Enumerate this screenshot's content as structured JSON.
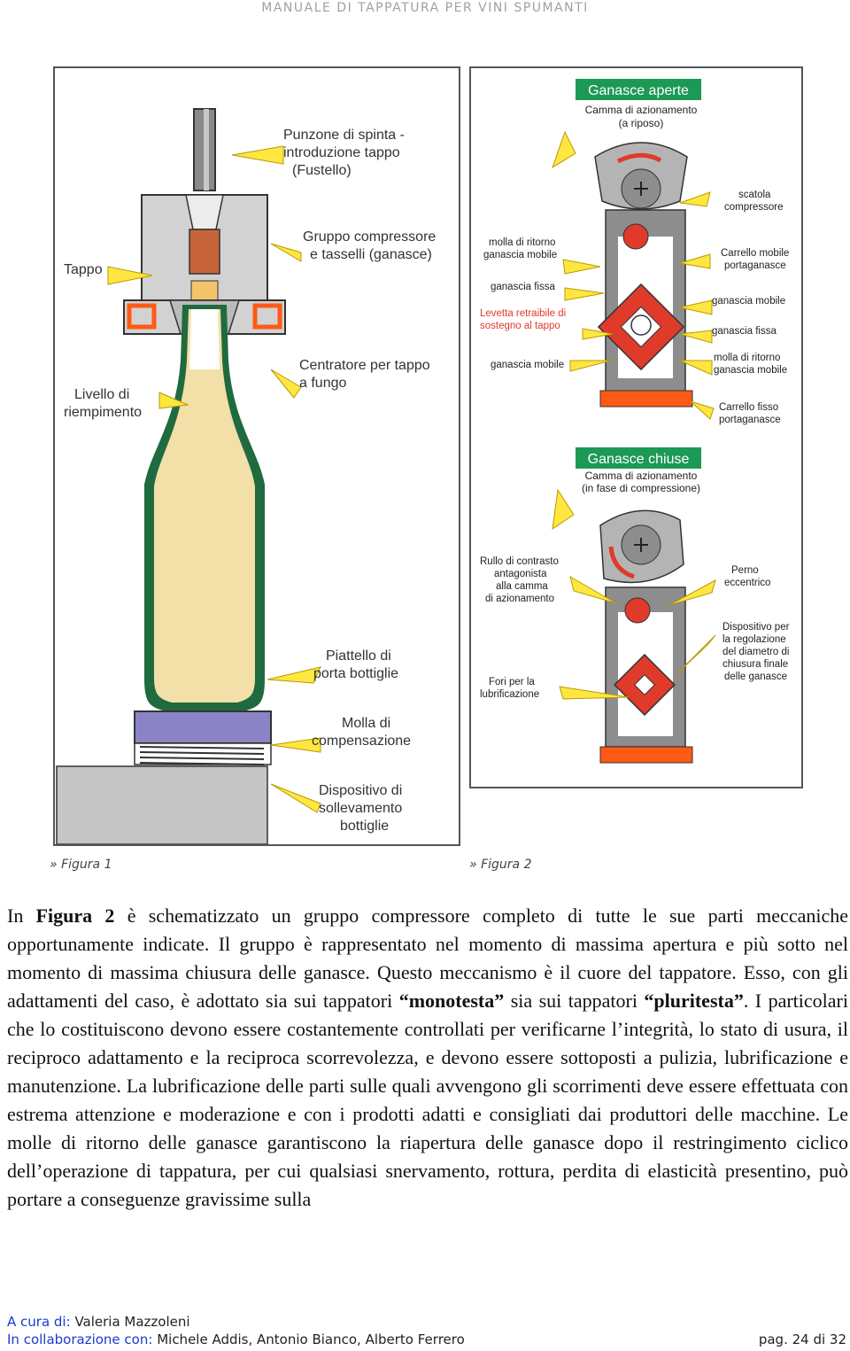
{
  "header": {
    "title": "MANUALE DI TAPPATURA PER VINI SPUMANTI"
  },
  "figure1": {
    "labels": {
      "punzone": [
        "Punzone di spinta -",
        "introduzione tappo",
        "(Fustello)"
      ],
      "gruppo": [
        "Gruppo compressore",
        "e tasselli (ganasce)"
      ],
      "tappo": "Tappo",
      "centratore": [
        "Centratore per tappo",
        "a fungo"
      ],
      "livello": [
        "Livello di",
        "riempimento"
      ],
      "piattello": [
        "Piattello di",
        "porta bottiglie"
      ],
      "molla": [
        "Molla di",
        "compensazione"
      ],
      "dispositivo": [
        "Dispositivo di",
        "sollevamento",
        "bottiglie"
      ]
    },
    "caption": "» Figura 1"
  },
  "figure2": {
    "aperte": {
      "title": "Ganasce aperte",
      "subtitle": [
        "Camma di azionamento",
        "(a riposo)"
      ],
      "labels": {
        "scatola": [
          "scatola",
          "compressore"
        ],
        "molla_ritorno_l": [
          "molla di ritorno",
          "ganascia mobile"
        ],
        "carrello_mobile": [
          "Carrello mobile",
          "portaganasce"
        ],
        "ganascia_fissa_l": "ganascia fissa",
        "ganascia_mobile_r": "ganascia mobile",
        "levetta": [
          "Levetta retraibile di",
          "sostegno al tappo"
        ],
        "ganascia_fissa_r": "ganascia fissa",
        "ganascia_mobile_l": "ganascia mobile",
        "molla_ritorno_r": [
          "molla di ritorno",
          "ganascia mobile"
        ],
        "carrello_fisso": [
          "Carrello fisso",
          "portaganasce"
        ]
      }
    },
    "chiuse": {
      "title": "Ganasce chiuse",
      "subtitle": [
        "Camma di azionamento",
        "(in fase di compressione)"
      ],
      "labels": {
        "rullo": [
          "Rullo di contrasto",
          "antagonista",
          "alla camma",
          "di azionamento"
        ],
        "perno": [
          "Perno",
          "eccentrico"
        ],
        "dispositivo": [
          "Dispositivo per",
          "la regolazione",
          "del diametro di",
          "chiusura finale",
          "delle ganasce"
        ],
        "fori": [
          "Fori per la",
          "lubrificazione"
        ]
      }
    },
    "caption": "» Figura 2"
  },
  "body": {
    "p1": "In ",
    "figura_bold": "Figura 2",
    "p2": " è schematizzato un gruppo compressore completo di tutte le sue parti meccaniche opportunamente indicate. Il gruppo è rappresentato nel momento di massima apertura e più sotto nel momento di massima chiusura delle ganasce. Questo meccanismo è il cuore del tappatore. Esso, con gli adattamenti del caso, è adottato sia sui tappatori ",
    "monotesta": "“monotesta”",
    "p3": " sia sui tappatori ",
    "pluritesta": "“pluritesta”",
    "p4": ". I particolari che lo costituiscono devono essere costantemente controllati per verificarne l’integrità, lo stato di usura, il reciproco adattamento e la reciproca scorrevolezza, e devono essere sottoposti a pulizia, lubrificazione e manutenzione. La lubrificazione delle parti sulle quali avvengono gli scorrimenti deve essere effettuata con estrema attenzione e moderazione e con i prodotti adatti e consigliati dai produttori delle macchine. Le molle di ritorno delle ganasce garantiscono la riapertura delle ganasce dopo il restringimento ciclico dell’operazione di tappatura, per cui qualsiasi snervamento, rottura, perdita di elasticità presentino, può portare a conseguenze gravissime sulla"
  },
  "footer": {
    "cura_label": "A cura di:",
    "cura_value": "Valeria Mazzoleni",
    "collab_label": "In collaborazione con:",
    "collab_value": "Michele Addis, Antonio Bianco, Alberto Ferrero",
    "page": "pag. 24 di 32"
  },
  "colors": {
    "green_title": "#1c9a55",
    "red_part": "#e03a2a",
    "orange": "#ff5a14",
    "arrow_yellow": "#ffe640",
    "bottle_green": "#1f6b3f",
    "wine": "#f3dfa8"
  }
}
